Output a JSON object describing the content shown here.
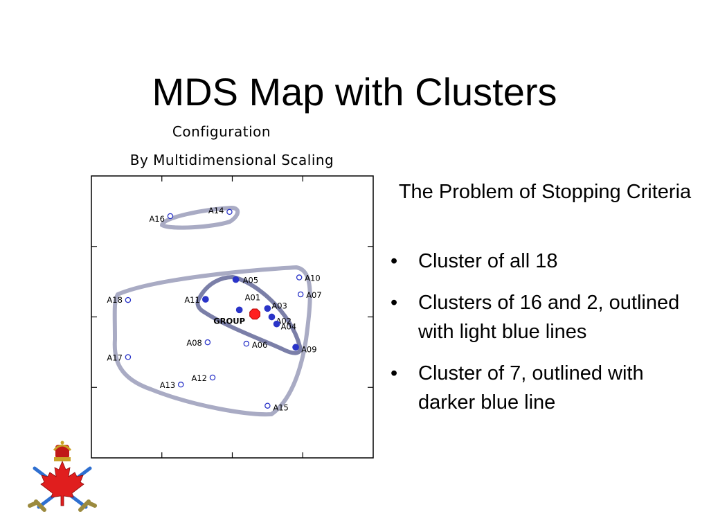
{
  "slide": {
    "title": "MDS Map with Clusters",
    "subtitle": "The Problem of Stopping Criteria",
    "bullets": [
      "Cluster of all 18",
      "Clusters of 16 and 2, outlined with light blue lines",
      "Cluster of 7, outlined with darker blue line"
    ],
    "bullet_glyph": "•"
  },
  "chart_data": {
    "type": "scatter",
    "title": "Configuration",
    "subtitle": "By Multidimensional Scaling",
    "xlim": [
      0,
      4
    ],
    "ylim": [
      0,
      4
    ],
    "grid": false,
    "points": [
      {
        "label": "A01",
        "x": 2.1,
        "y": 2.1,
        "group": "inner"
      },
      {
        "label": "A02",
        "x": 2.56,
        "y": 2.0,
        "group": "inner"
      },
      {
        "label": "A03",
        "x": 2.5,
        "y": 2.12,
        "group": "inner"
      },
      {
        "label": "A04",
        "x": 2.63,
        "y": 1.9,
        "group": "inner"
      },
      {
        "label": "A05",
        "x": 2.05,
        "y": 2.53,
        "group": "inner"
      },
      {
        "label": "A06",
        "x": 2.2,
        "y": 1.62,
        "group": "outer"
      },
      {
        "label": "A07",
        "x": 2.97,
        "y": 2.32,
        "group": "outer"
      },
      {
        "label": "A08",
        "x": 1.65,
        "y": 1.64,
        "group": "outer"
      },
      {
        "label": "A09",
        "x": 2.9,
        "y": 1.57,
        "group": "inner"
      },
      {
        "label": "A10",
        "x": 2.95,
        "y": 2.56,
        "group": "outer"
      },
      {
        "label": "A11",
        "x": 1.62,
        "y": 2.25,
        "group": "inner"
      },
      {
        "label": "A12",
        "x": 1.72,
        "y": 1.14,
        "group": "outer"
      },
      {
        "label": "A13",
        "x": 1.27,
        "y": 1.04,
        "group": "outer"
      },
      {
        "label": "A14",
        "x": 1.96,
        "y": 3.49,
        "group": "pair"
      },
      {
        "label": "A15",
        "x": 2.5,
        "y": 0.74,
        "group": "outer"
      },
      {
        "label": "A16",
        "x": 1.12,
        "y": 3.43,
        "group": "pair"
      },
      {
        "label": "A17",
        "x": 0.52,
        "y": 1.43,
        "group": "outer"
      },
      {
        "label": "A18",
        "x": 0.52,
        "y": 2.24,
        "group": "outer"
      }
    ],
    "highlight": {
      "label": "GROUP",
      "x": 2.32,
      "y": 2.04
    },
    "colors": {
      "open_point": "#2a34c8",
      "filled_point": "#2a34c8",
      "group_point": "#ff2020",
      "outer_cluster": "#a9abc4",
      "inner_cluster": "#7b7fa8"
    }
  }
}
